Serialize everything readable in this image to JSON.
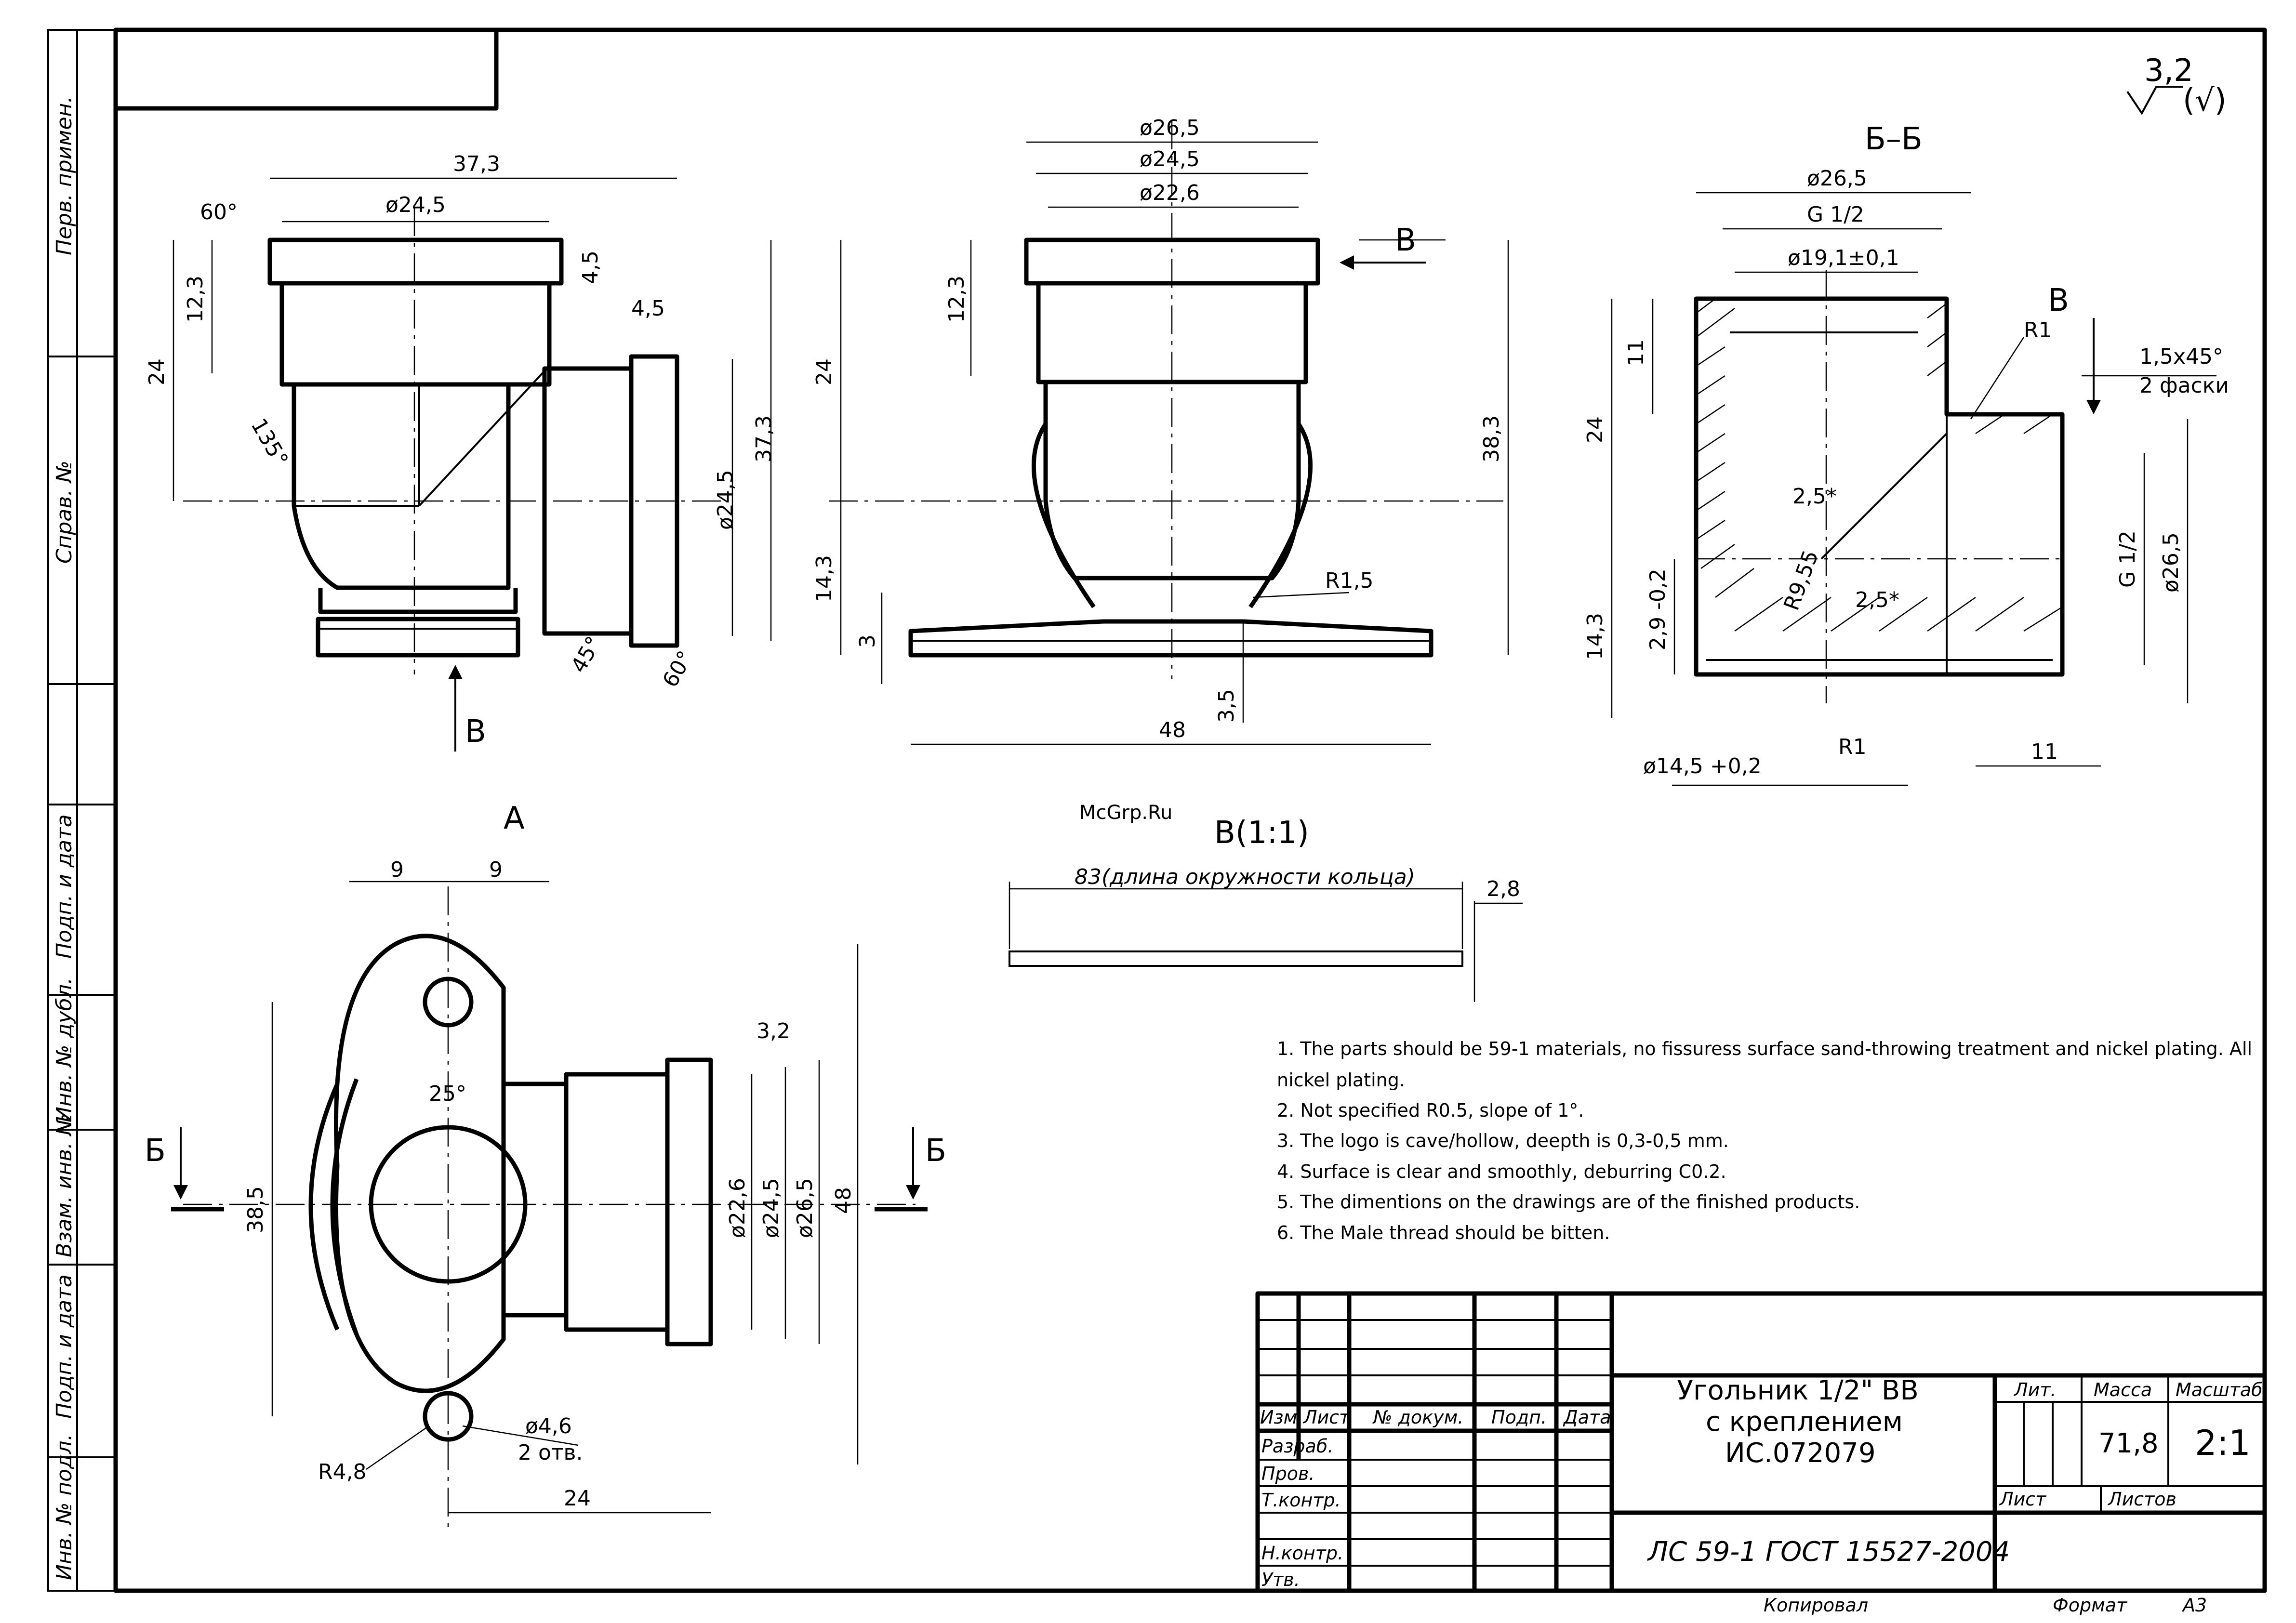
{
  "side_stamps": [
    "Перв. примен.",
    "Справ. №",
    "Подп. и дата",
    "Инв. № дубл.",
    "Взам. инв. №",
    "Подп. и дата",
    "Инв. № подл."
  ],
  "roughness": "3,2",
  "roughness_suffix": "(√)",
  "views": {
    "side": {
      "dims": [
        "37,3",
        "60°",
        "ø24,5",
        "4,5",
        "12,3",
        "24",
        "135°",
        "4,5",
        "37,3",
        "ø24,5",
        "45°",
        "60°"
      ],
      "arrow_label": "В"
    },
    "front": {
      "dims": [
        "ø26,5",
        "ø24,5",
        "ø22,6",
        "12,3",
        "24",
        "38,3",
        "14,3",
        "3",
        "R1,5",
        "3,5",
        "48"
      ],
      "arrow_label": "В"
    },
    "section": {
      "title": "Б–Б",
      "dims": [
        "ø26,5",
        "G 1/2",
        "ø19,1±0,1",
        "11",
        "R1",
        "1,5x45°",
        "2 фаски",
        "24",
        "2,5*",
        "R9,55",
        "2,5*",
        "G 1/2",
        "ø26,5",
        "14,3",
        "2,9 -0,2",
        "ø14,5 +0,2",
        "R1",
        "11"
      ],
      "arrow_label": "В"
    },
    "top": {
      "title": "А",
      "dims": [
        "9",
        "9",
        "25°",
        "38,5",
        "3,2",
        "ø22,6",
        "ø24,5",
        "ø26,5",
        "48",
        "ø4,6",
        "2 отв.",
        "R4,8",
        "24"
      ],
      "section_left": "Б",
      "section_right": "Б"
    },
    "ring": {
      "title": "В(1:1)",
      "length_label": "83(длина окружности кольца)",
      "thickness": "2,8"
    }
  },
  "watermark": "McGrp.Ru",
  "notes": [
    "1. The parts should be 59-1 materials, no fissuress surface sand-throwing treatment and nickel plating. All",
    "nickel plating.",
    "2. Not specified R0.5, slope of 1°.",
    "3. The logo is cave/hollow, deepth is 0,3-0,5 mm.",
    "4. Surface is clear and smoothly, deburring C0.2.",
    "5. The dimentions on the drawings are of the finished products.",
    "6. The Male thread should be bitten."
  ],
  "title_block": {
    "title_line1": "Угольник 1/2\" ВВ",
    "title_line2": "с креплением",
    "title_line3": "ИС.072079",
    "col_headers": [
      "Изм.",
      "Лист",
      "№ докум.",
      "Подп.",
      "Дата"
    ],
    "rows": [
      "Разраб.",
      "Пров.",
      "Т.контр.",
      "Н.контр.",
      "Утв."
    ],
    "lit": "Лит.",
    "mass_label": "Масса",
    "mass": "71,8",
    "scale_label": "Масштаб",
    "scale": "2:1",
    "sheet": "Лист",
    "sheets": "Листов",
    "material": "ЛС 59-1 ГОСТ 15527-2004",
    "copied": "Копировал",
    "format_label": "Формат",
    "format": "А3"
  }
}
